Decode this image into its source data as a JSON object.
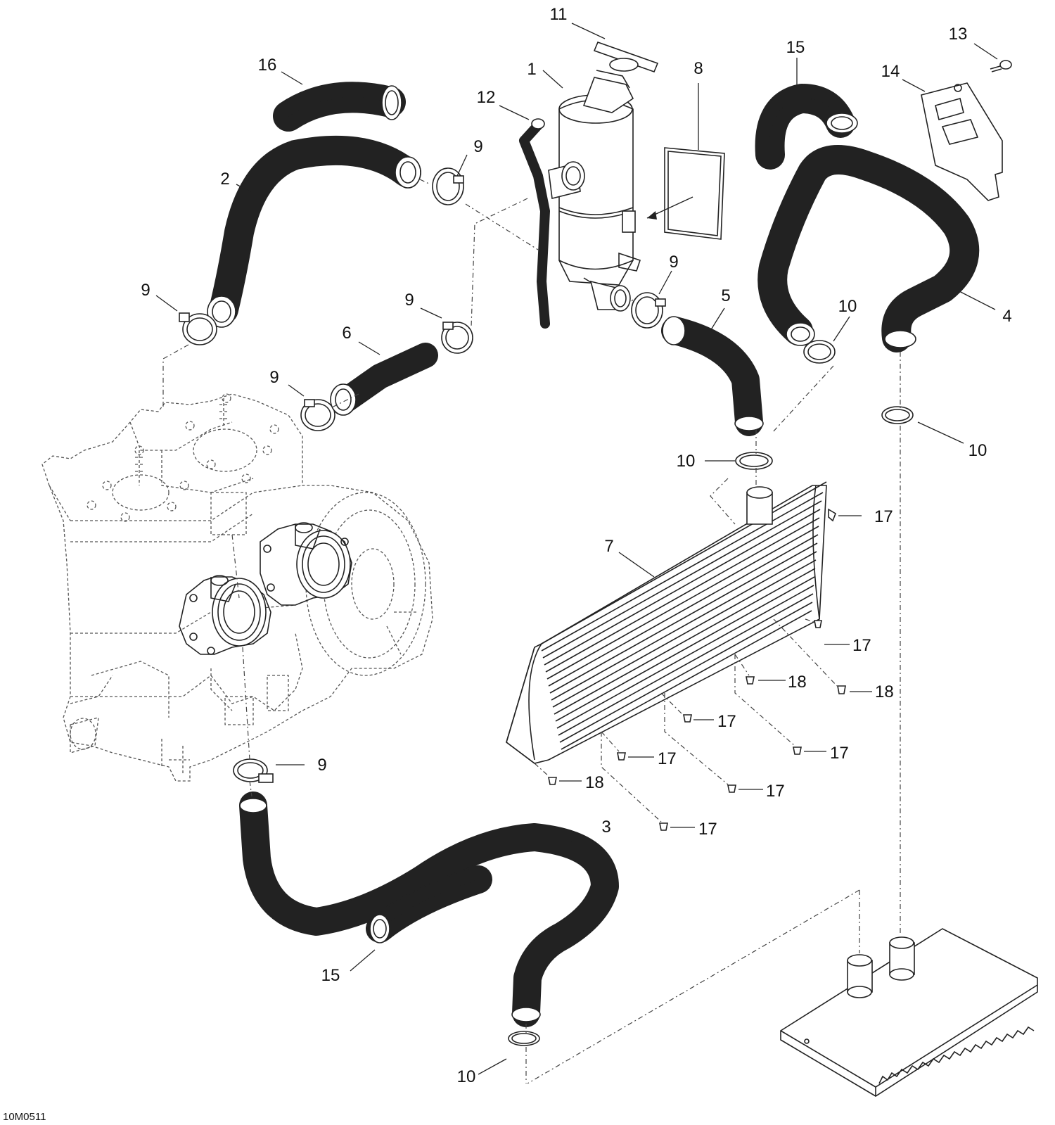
{
  "drawing_code": "10M0511",
  "callouts": [
    {
      "label": "1"
    },
    {
      "label": "2"
    },
    {
      "label": "3"
    },
    {
      "label": "4"
    },
    {
      "label": "5"
    },
    {
      "label": "6"
    },
    {
      "label": "7"
    },
    {
      "label": "8"
    },
    {
      "label": "9"
    },
    {
      "label": "9"
    },
    {
      "label": "9"
    },
    {
      "label": "9"
    },
    {
      "label": "9"
    },
    {
      "label": "9"
    },
    {
      "label": "10"
    },
    {
      "label": "10"
    },
    {
      "label": "10"
    },
    {
      "label": "10"
    },
    {
      "label": "11"
    },
    {
      "label": "12"
    },
    {
      "label": "13"
    },
    {
      "label": "14"
    },
    {
      "label": "15"
    },
    {
      "label": "15"
    },
    {
      "label": "16"
    },
    {
      "label": "17"
    },
    {
      "label": "17"
    },
    {
      "label": "17"
    },
    {
      "label": "17"
    },
    {
      "label": "17"
    },
    {
      "label": "17"
    },
    {
      "label": "17"
    },
    {
      "label": "18"
    },
    {
      "label": "18"
    },
    {
      "label": "18"
    }
  ]
}
